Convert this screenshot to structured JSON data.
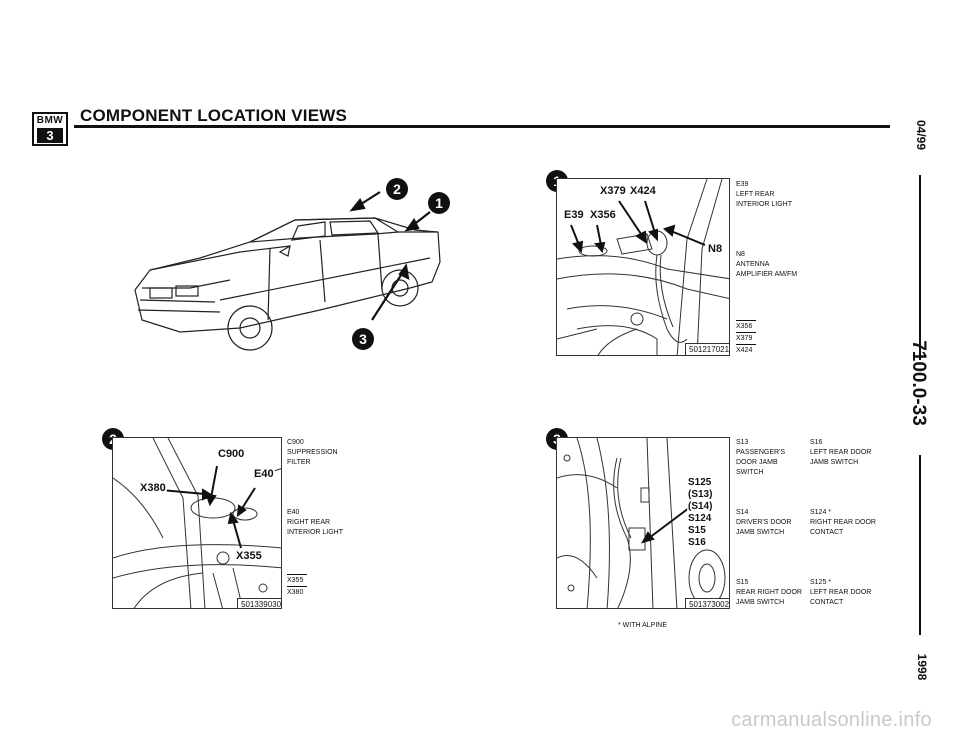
{
  "header": {
    "logo_brand": "BMW",
    "logo_series": "3",
    "title": "COMPONENT LOCATION VIEWS"
  },
  "side_strip": {
    "date": "04/99",
    "section_code": "7100.0-33",
    "year": "1998"
  },
  "overview": {
    "labels": [
      "2",
      "1",
      "3"
    ]
  },
  "panel1": {
    "number": "1",
    "callouts": {
      "x379": "X379",
      "x424": "X424",
      "e39": "E39",
      "x356": "X356",
      "n8": "N8"
    },
    "image_id": "501217021",
    "legend": [
      {
        "ref": "E39",
        "desc": "LEFT REAR\nINTERIOR LIGHT"
      },
      {
        "ref": "N8",
        "desc": "ANTENNA\nAMPLIFIER AM/FM"
      }
    ],
    "connectors": [
      "X356",
      "X379",
      "X424"
    ]
  },
  "panel2": {
    "number": "2",
    "callouts": {
      "c900": "C900",
      "e40": "E40",
      "x380": "X380",
      "x355": "X355"
    },
    "image_id": "501339030",
    "legend": [
      {
        "ref": "C900",
        "desc": "SUPPRESSION\nFILTER"
      },
      {
        "ref": "E40",
        "desc": "RIGHT REAR\nINTERIOR LIGHT"
      }
    ],
    "connectors": [
      "X355",
      "X380"
    ]
  },
  "panel3": {
    "number": "3",
    "callouts": [
      "S125",
      "(S13)",
      "(S14)",
      "S124",
      "S15",
      "S16"
    ],
    "image_id": "501373002",
    "legend_col1": [
      {
        "ref": "S13",
        "desc": "PASSENGER'S\nDOOR JAMB\nSWITCH"
      },
      {
        "ref": "S14",
        "desc": "DRIVER'S DOOR\nJAMB SWITCH"
      },
      {
        "ref": "S15",
        "desc": "REAR RIGHT DOOR\nJAMB SWITCH"
      }
    ],
    "legend_col2": [
      {
        "ref": "S16",
        "desc": "LEFT REAR DOOR\nJAMB SWITCH"
      },
      {
        "ref": "S124 *",
        "desc": "RIGHT REAR DOOR\nCONTACT"
      },
      {
        "ref": "S125 *",
        "desc": "LEFT REAR DOOR\nCONTACT"
      }
    ],
    "footnote": "* WITH ALPINE"
  },
  "watermark": "carmanualsonline.info"
}
